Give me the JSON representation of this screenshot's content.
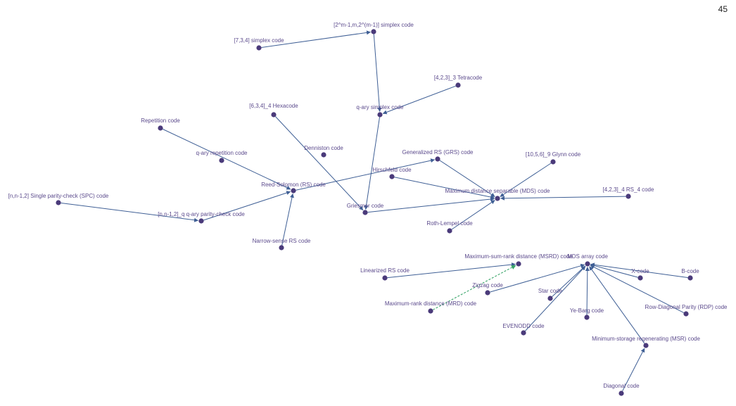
{
  "page_number": "45",
  "colors": {
    "node": "#4a3a7a",
    "label": "#5b4a8c",
    "edge": "#3f5f95",
    "dashed_edge": "#3aa56a"
  },
  "nodes": [
    {
      "id": "simplex_general",
      "label": "[2^m-1,m,2^(m-1)] simplex code"
    },
    {
      "id": "simplex_734",
      "label": "[7,3,4] simplex code"
    },
    {
      "id": "tetracode",
      "label": "[4,2,3]_3 Tetracode"
    },
    {
      "id": "qary_simplex",
      "label": "q-ary simplex code"
    },
    {
      "id": "hexacode",
      "label": "[6,3,4]_4 Hexacode"
    },
    {
      "id": "repetition",
      "label": "Repetition code"
    },
    {
      "id": "qary_repetition",
      "label": "q-ary repetition code"
    },
    {
      "id": "denniston",
      "label": "Denniston code"
    },
    {
      "id": "grs",
      "label": "Generalized RS (GRS) code"
    },
    {
      "id": "glynn",
      "label": "[10,5,6]_9 Glynn code"
    },
    {
      "id": "hirschfeld",
      "label": "Hirschfeld code"
    },
    {
      "id": "rs",
      "label": "Reed-Solomon (RS) code"
    },
    {
      "id": "mds",
      "label": "Maximum distance separable (MDS) code"
    },
    {
      "id": "rs4",
      "label": "[4,2,3]_4 RS_4 code"
    },
    {
      "id": "spc",
      "label": "[n,n-1,2] Single parity-check (SPC) code"
    },
    {
      "id": "griesmer",
      "label": "Griesmer code"
    },
    {
      "id": "qary_parity",
      "label": "[n,n-1,2]_q q-ary parity-check code"
    },
    {
      "id": "roth_lempel",
      "label": "Roth-Lempel code"
    },
    {
      "id": "narrow_rs",
      "label": "Narrow-sense RS code"
    },
    {
      "id": "msrd",
      "label": "Maximum-sum-rank distance (MSRD) code"
    },
    {
      "id": "mds_array",
      "label": "MDS array code"
    },
    {
      "id": "linearized_rs",
      "label": "Linearized RS code"
    },
    {
      "id": "x_code",
      "label": "X-code"
    },
    {
      "id": "b_code",
      "label": "B-code"
    },
    {
      "id": "zigzag",
      "label": "Zigzag code"
    },
    {
      "id": "star",
      "label": "Star code"
    },
    {
      "id": "mrd",
      "label": "Maximum-rank distance (MRD) code"
    },
    {
      "id": "ye_barg",
      "label": "Ye-Barg code"
    },
    {
      "id": "rdp",
      "label": "Row-Diagonal Parity (RDP) code"
    },
    {
      "id": "evenodd",
      "label": "EVENODD code"
    },
    {
      "id": "msr",
      "label": "Minimum-storage regenerating (MSR) code"
    },
    {
      "id": "diagonal",
      "label": "Diagonal code"
    }
  ],
  "edges": [
    {
      "from": "simplex_734",
      "to": "simplex_general"
    },
    {
      "from": "simplex_general",
      "to": "qary_simplex"
    },
    {
      "from": "tetracode",
      "to": "qary_simplex"
    },
    {
      "from": "qary_simplex",
      "to": "griesmer"
    },
    {
      "from": "hexacode",
      "to": "griesmer"
    },
    {
      "from": "repetition",
      "to": "rs"
    },
    {
      "from": "spc",
      "to": "qary_parity"
    },
    {
      "from": "qary_parity",
      "to": "rs"
    },
    {
      "from": "narrow_rs",
      "to": "rs"
    },
    {
      "from": "rs",
      "to": "grs"
    },
    {
      "from": "grs",
      "to": "mds"
    },
    {
      "from": "hirschfeld",
      "to": "mds"
    },
    {
      "from": "glynn",
      "to": "mds"
    },
    {
      "from": "rs4",
      "to": "mds"
    },
    {
      "from": "griesmer",
      "to": "mds"
    },
    {
      "from": "roth_lempel",
      "to": "mds"
    },
    {
      "from": "linearized_rs",
      "to": "msrd"
    },
    {
      "from": "mrd",
      "to": "msrd",
      "style": "dashed"
    },
    {
      "from": "zigzag",
      "to": "mds_array"
    },
    {
      "from": "star",
      "to": "mds_array"
    },
    {
      "from": "evenodd",
      "to": "mds_array"
    },
    {
      "from": "ye_barg",
      "to": "mds_array"
    },
    {
      "from": "x_code",
      "to": "mds_array"
    },
    {
      "from": "b_code",
      "to": "mds_array"
    },
    {
      "from": "rdp",
      "to": "mds_array"
    },
    {
      "from": "msr",
      "to": "mds_array"
    },
    {
      "from": "diagonal",
      "to": "msr"
    }
  ]
}
